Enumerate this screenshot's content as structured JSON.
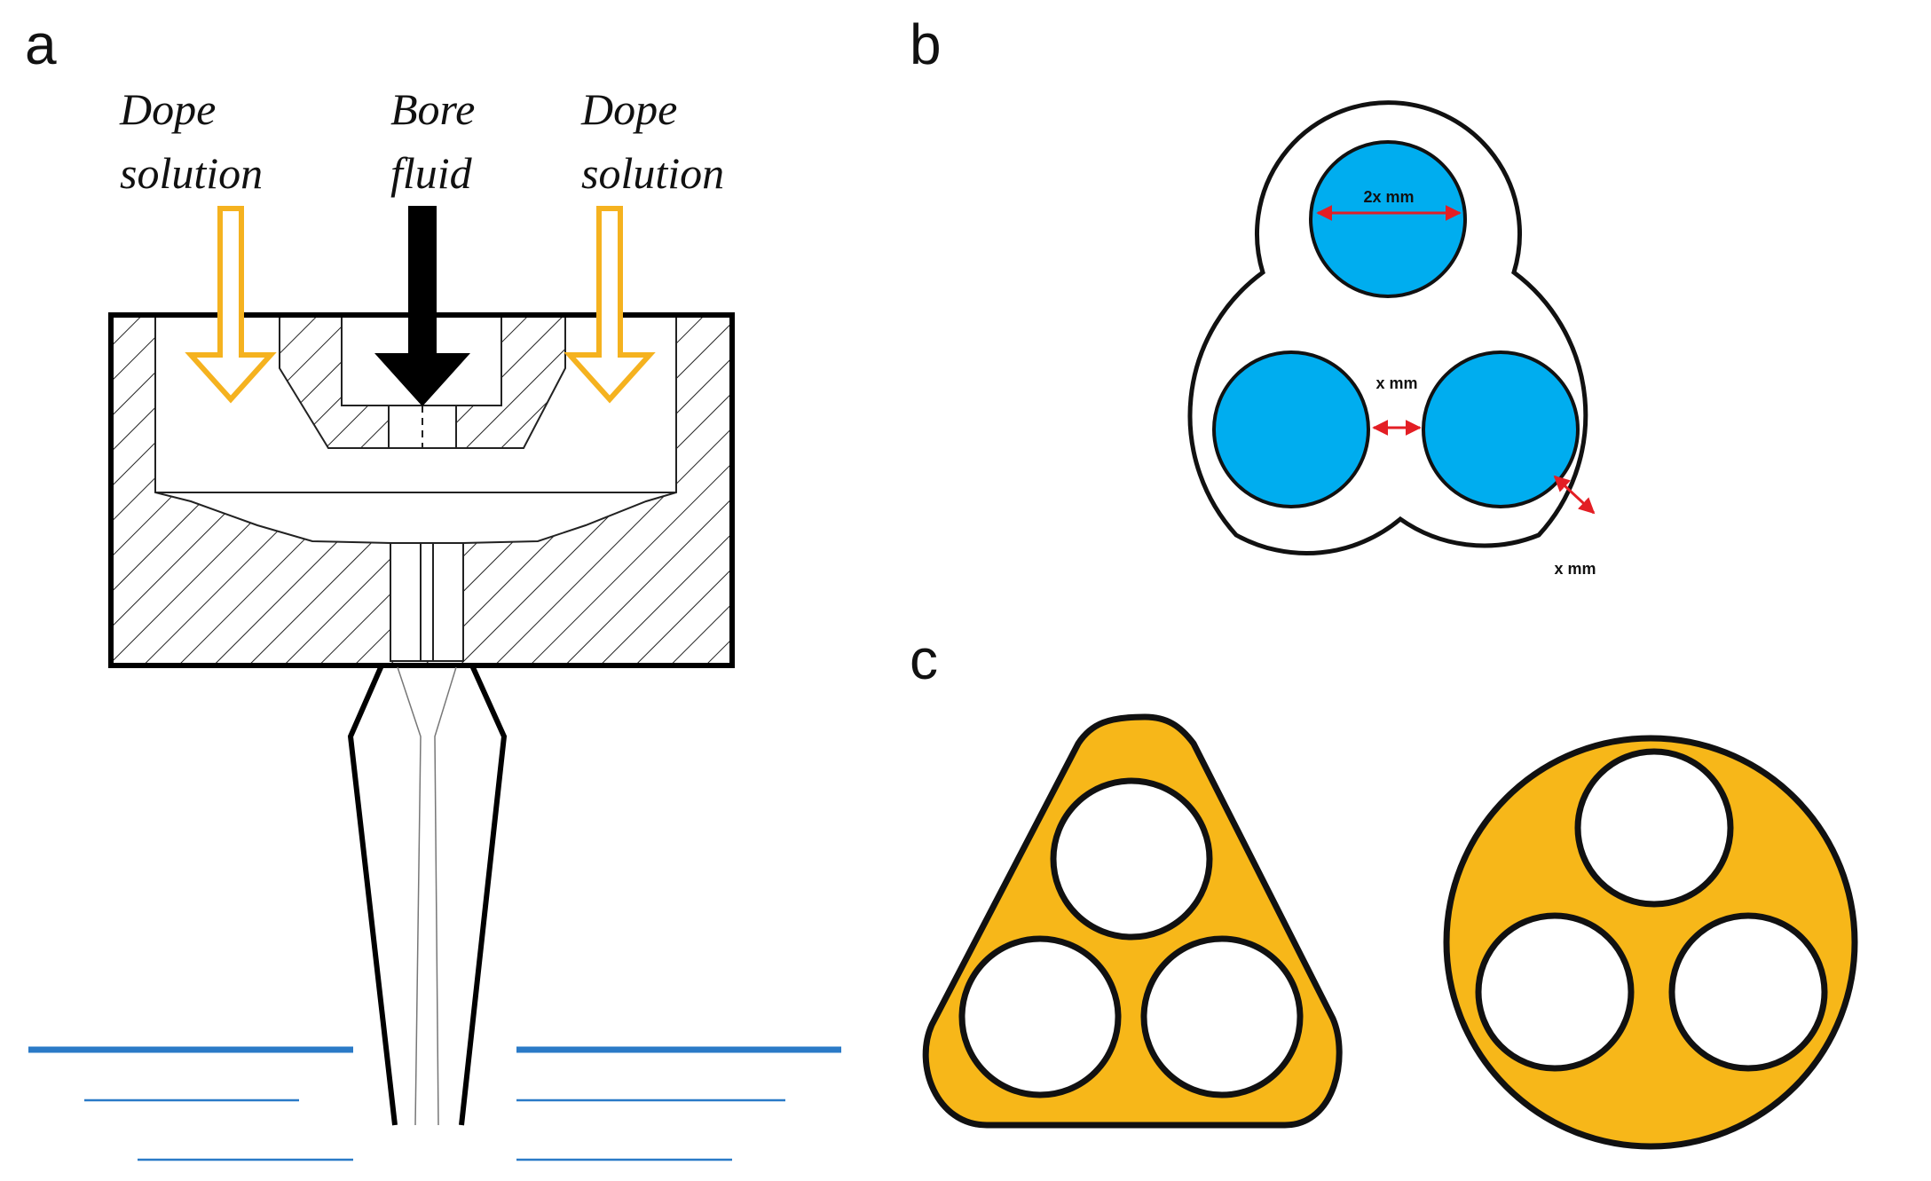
{
  "figure": {
    "panel_a": {
      "letter": "a",
      "left_label_line1": "Dope",
      "left_label_line2": "solution",
      "center_label_line1": "Bore",
      "center_label_line2": "fluid",
      "right_label_line1": "Dope",
      "right_label_line2": "solution"
    },
    "panel_b": {
      "letter": "b",
      "dim_top": "2x mm",
      "dim_middle": "x mm",
      "dim_bottom": "x mm"
    },
    "panel_c": {
      "letter": "c"
    }
  },
  "colors": {
    "dope_arrow": "#f5b21f",
    "bore_arrow": "#000000",
    "bath_line": "#2a7ac7",
    "bore_channel_fill": "#00adef",
    "dimension_arrow": "#e31e24",
    "spinneret_fill": "#f7b719"
  },
  "icons": {
    "dope_arrow": "hollow-down-arrow-icon",
    "bore_arrow": "solid-down-arrow-icon"
  }
}
